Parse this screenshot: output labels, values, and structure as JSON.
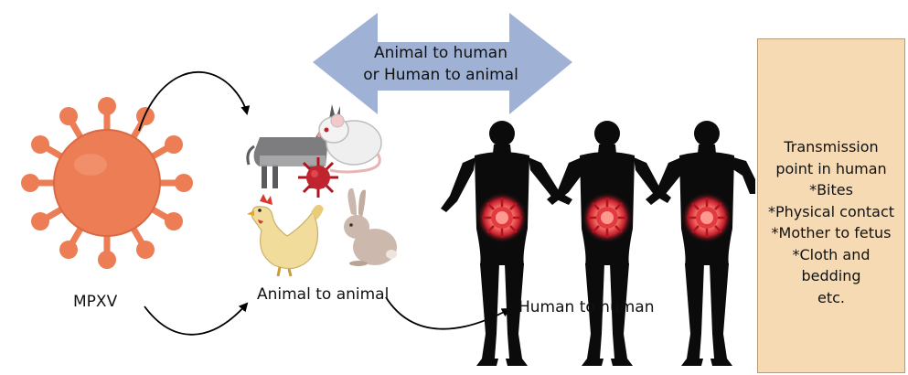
{
  "bidirectional_arrow": {
    "line1": "Animal to human",
    "line2": "or Human to animal",
    "fill": "#9fb2d6"
  },
  "labels": {
    "mpxv": "MPXV",
    "animal_to_animal": "Animal to animal",
    "human_to_human": "Human to human"
  },
  "info_box": {
    "lines": [
      "Transmission",
      "point in human",
      "*Bites",
      "*Physical contact",
      "*Mother to fetus",
      "*Cloth and",
      "bedding",
      "etc."
    ],
    "fill": "#f6dab4"
  },
  "colors": {
    "virus": "#ec7d55",
    "small_virus": "#c0242e",
    "silhouette": "#0b0b0b",
    "infection_glow": "#d8323c"
  },
  "icons": [
    "virus-icon",
    "donkey-icon",
    "rat-icon",
    "chicken-icon",
    "rabbit-icon",
    "human-silhouette-icon"
  ]
}
